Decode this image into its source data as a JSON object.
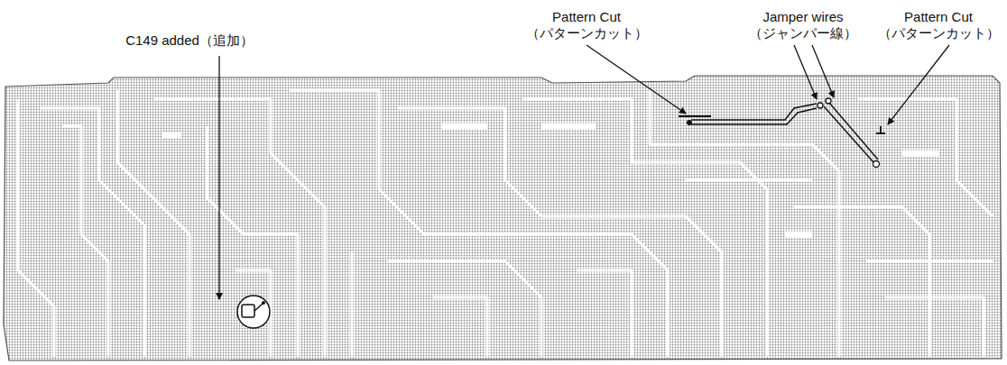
{
  "diagram": {
    "labels": [
      "C149 added（追加）",
      "Pattern Cut（パターンカット）",
      "Jamper wires（ジャンパー線）",
      "Pattern Cut（パターンカット）"
    ]
  }
}
